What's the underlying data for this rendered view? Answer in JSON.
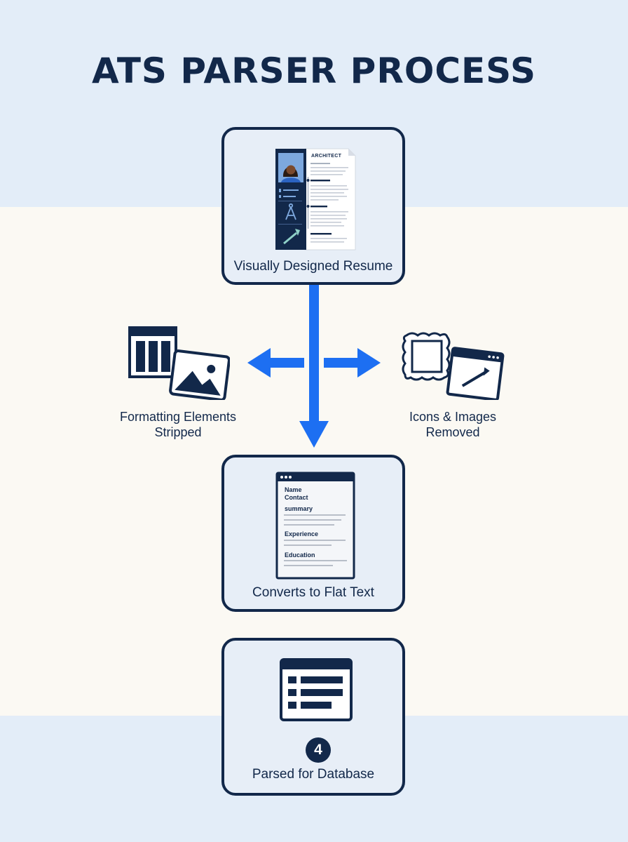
{
  "title": "ATS PARSER PROCESS",
  "steps": {
    "resume": {
      "label": "Visually Designed Resume",
      "doc_title": "ARCHITECT"
    },
    "formatting": {
      "label_line1": "Formatting Elements",
      "label_line2": "Stripped"
    },
    "icons": {
      "label_line1": "Icons & Images",
      "label_line2": "Removed"
    },
    "flat": {
      "label": "Converts to Flat Text",
      "lines": [
        "Name",
        "Contact",
        "summary",
        "Experience",
        "Education"
      ]
    },
    "parsed": {
      "badge": "4",
      "label": "Parsed for Database"
    }
  },
  "colors": {
    "navy": "#12284a",
    "arrow_blue": "#1d6ff2",
    "card_bg": "#e7eef7",
    "band_bg": "#e3edf8",
    "page_bg": "#fbf9f3"
  },
  "icons": [
    "person-icon",
    "phone-icon",
    "email-icon",
    "compass-icon",
    "trowel-icon",
    "columns-layout-icon",
    "landscape-image-icon",
    "photo-frame-icon",
    "browser-window-icon",
    "database-table-icon"
  ]
}
